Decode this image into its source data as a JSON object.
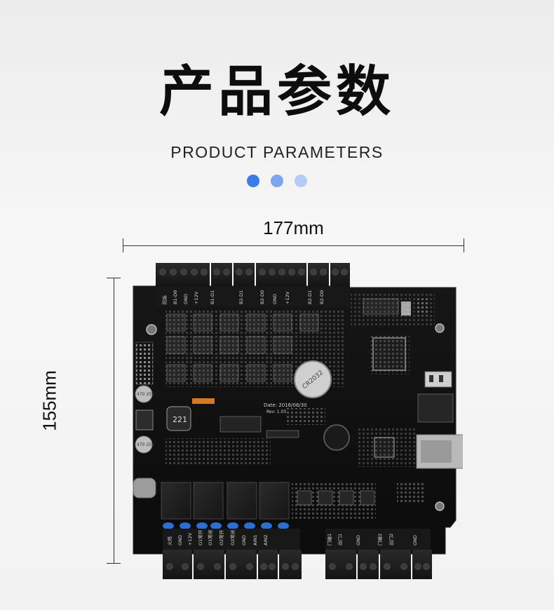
{
  "header": {
    "title": "产品参数",
    "subtitle": "PRODUCT PARAMETERS",
    "dot_colors": [
      "#3a7be8",
      "#7ea6ee",
      "#b4ccf4"
    ]
  },
  "dimensions": {
    "width_label": "177mm",
    "height_label": "155mm"
  },
  "board": {
    "date_text": "Date: 2016/06/30",
    "rev_text": "Rev: 1.03",
    "battery_text": "CR2032",
    "inductor_text": "221",
    "cap_text_1": "470 25V",
    "cap_text_2": "470 25V",
    "top_terminal_labels": [
      "防拆",
      "B1-D0",
      "GND",
      "+12V",
      "B1-D1",
      "B2-D1",
      "B2-D0",
      "GND",
      "+12V",
      "B2-D1",
      "B2-D0"
    ],
    "bottom_terminal_labels": [
      "火线",
      "GND",
      "+12V",
      "O1常开",
      "O1常闭",
      "O2常开",
      "O2常闭",
      "GND",
      "AIN1",
      "AIN2",
      "门磁1",
      "出门1",
      "GND",
      "门磁2",
      "出门2",
      "GND"
    ],
    "colors": {
      "pcb": "#111111",
      "terminal": "#1c1c1c",
      "relay": "#1e1e1e",
      "pad": "#9a9a9a",
      "blue_cap": "#2a6fd1",
      "silk": "#d8d8d8"
    }
  }
}
